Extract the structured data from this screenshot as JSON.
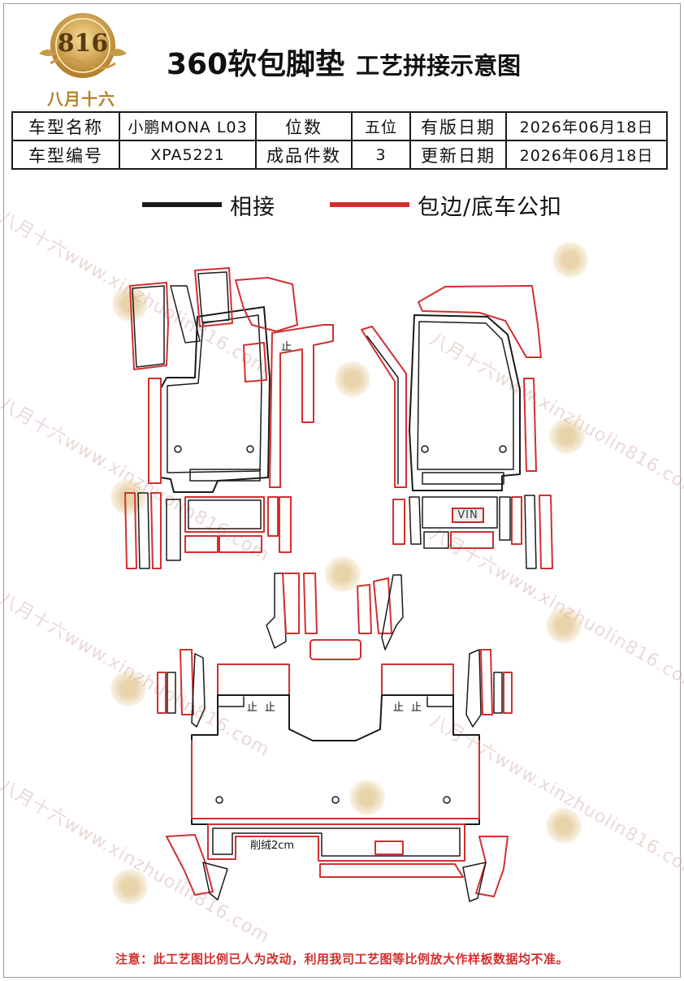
{
  "brand": {
    "name": "八月十六",
    "logo_number": "816"
  },
  "header": {
    "title_main": "360软包脚垫",
    "title_sub": "工艺拼接示意图"
  },
  "info_table": {
    "row1": [
      "车型名称",
      "小鹏MONA L03",
      "位数",
      "五位",
      "有版日期",
      "2026年06月18日"
    ],
    "row2": [
      "车型编号",
      "XPA5221",
      "成品件数",
      "3",
      "更新日期",
      "2026年06月18日"
    ]
  },
  "legend": [
    {
      "label": "相接",
      "color": "#1a1a1a"
    },
    {
      "label": "包边/底车公扣",
      "color": "#d32f2f"
    }
  ],
  "diagram": {
    "front_left_mark": "止",
    "rear_marks": [
      "止",
      "止",
      "止",
      "止"
    ],
    "vin_label": "VIN",
    "trim_note": "削绒2cm",
    "outline_color": "#1a1a1a",
    "edge_color": "#d32f2f"
  },
  "watermark": {
    "text": "八月十六www.xinzhuolin816.com"
  },
  "footer": {
    "note": "注意：此工艺图比例已人为改动，利用我司工艺图等比例放大作样板数据均不准。"
  }
}
